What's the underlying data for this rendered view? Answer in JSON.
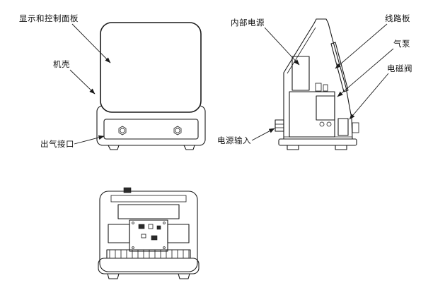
{
  "labels": {
    "display_panel": "显示和控制面板",
    "casing": "机壳",
    "air_outlet": "出气接口",
    "internal_power": "内部电源",
    "circuit_board": "线路板",
    "air_pump": "气泵",
    "solenoid_valve": "电磁阀",
    "power_input": "电源输入"
  },
  "colors": {
    "line": "#1a1a1a",
    "background": "#ffffff"
  }
}
